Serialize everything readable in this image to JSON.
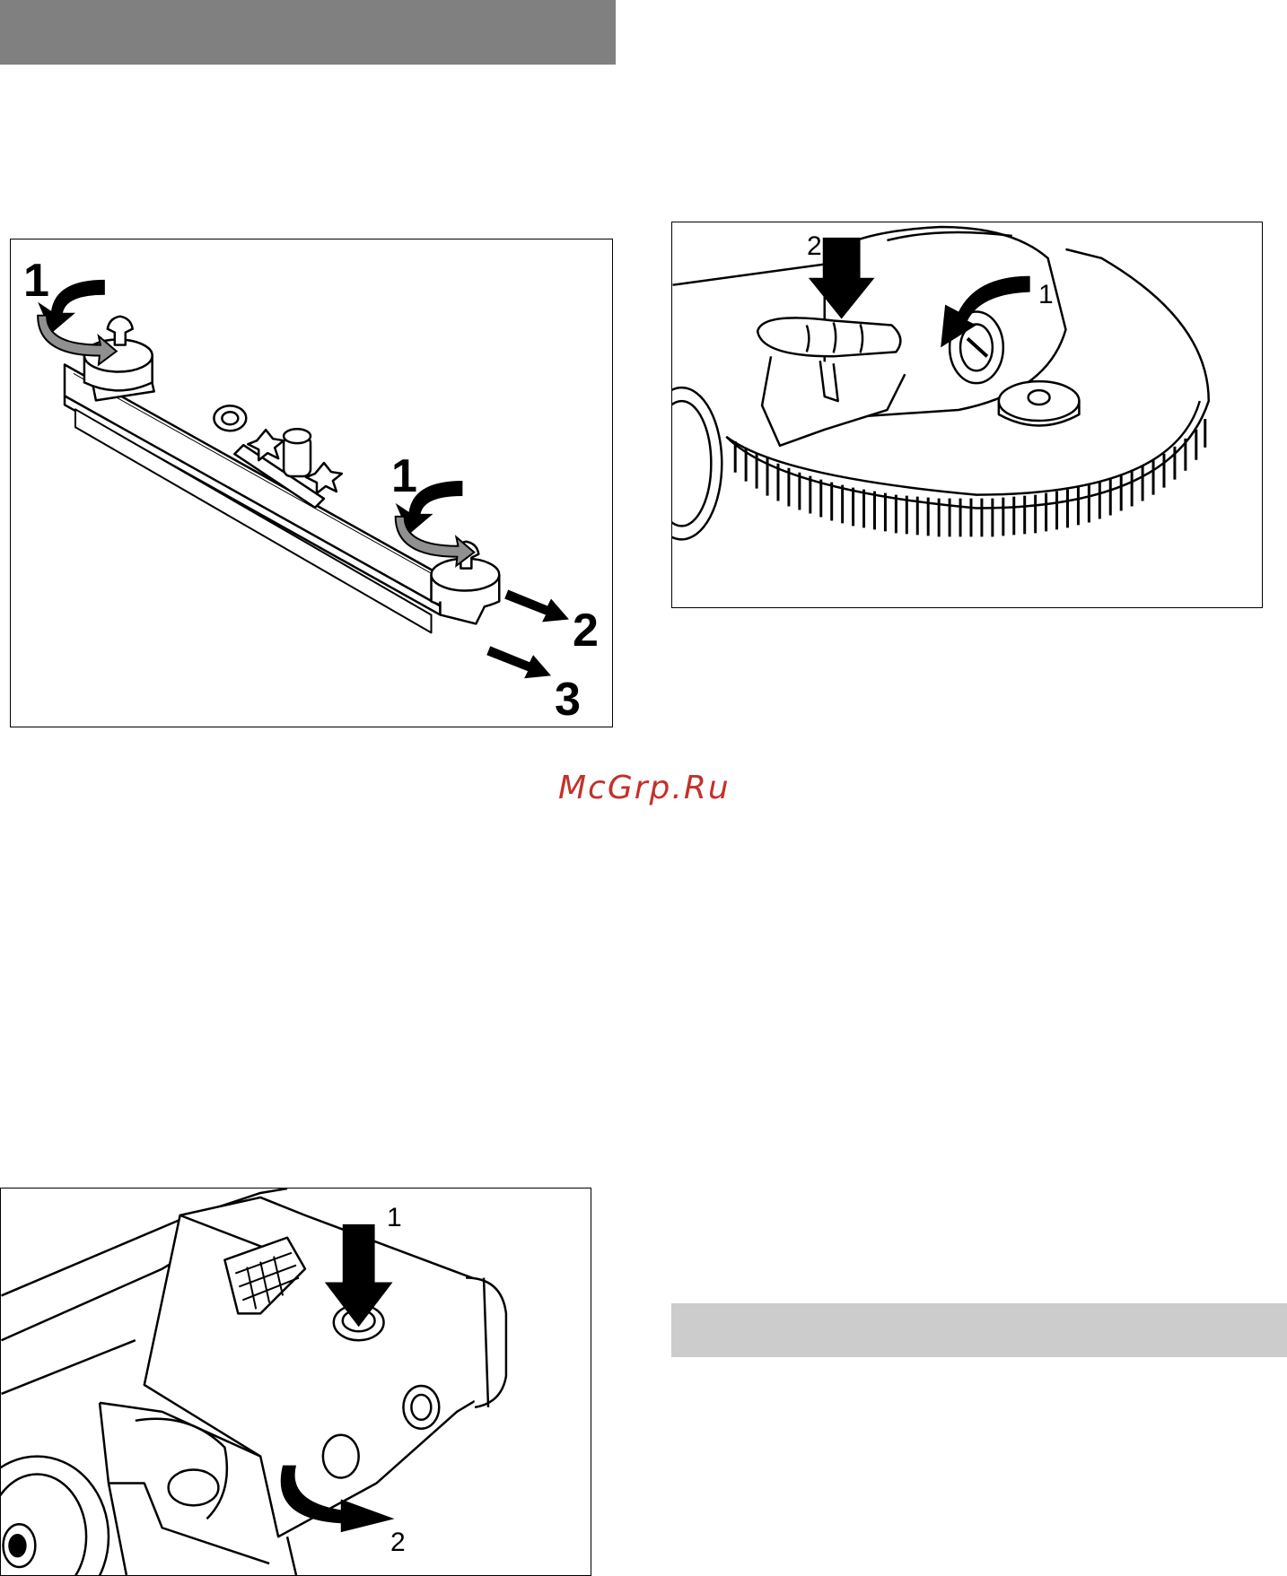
{
  "figures": {
    "fig1": {
      "callouts": [
        "1",
        "1",
        "2",
        "3"
      ]
    },
    "fig2": {
      "callouts": [
        "2",
        "1"
      ]
    },
    "fig3": {
      "callouts": [
        "1",
        "2"
      ]
    }
  },
  "watermark": "McGrp.Ru",
  "colors": {
    "header_bar": "#808080",
    "section_bar": "#cccccc",
    "watermark": "#c4312a"
  }
}
